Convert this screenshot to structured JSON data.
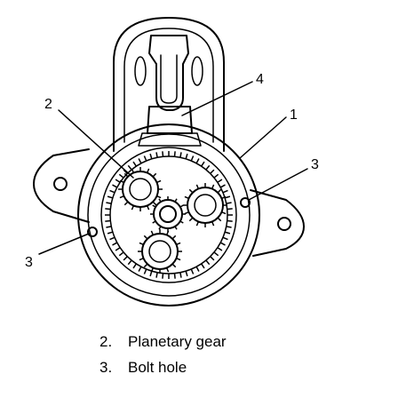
{
  "diagram": {
    "callouts": [
      "1",
      "2",
      "3",
      "3",
      "4"
    ],
    "legend": [
      {
        "number": "2.",
        "text": "Planetary gear"
      },
      {
        "number": "3.",
        "text": "Bolt hole"
      }
    ],
    "colors": {
      "ink": "#000000",
      "paper": "#ffffff"
    }
  }
}
